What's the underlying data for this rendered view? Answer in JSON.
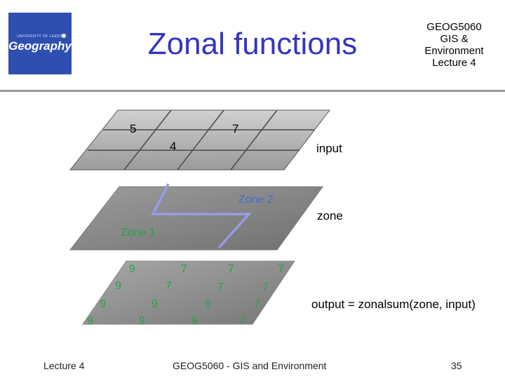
{
  "header": {
    "title": "Zonal functions",
    "course": "GEOG5060\nGIS &\nEnvironment\nLecture 4",
    "logo": {
      "university": "UNIVERSITY OF LEEDS",
      "brand": "Geography"
    }
  },
  "layers": {
    "input": {
      "label": "input",
      "values": {
        "top_left": "5",
        "top_right": "7",
        "mid": "4"
      }
    },
    "zone": {
      "label": "zone",
      "zone2": "Zone 2",
      "zone1": "Zone 1"
    },
    "output": {
      "label": "output = zonalsum(zone, input)",
      "cells": [
        [
          "9",
          "7",
          "7",
          "7"
        ],
        [
          "9",
          "7",
          "7",
          "7"
        ],
        [
          "9",
          "9",
          "9",
          "7"
        ],
        [
          "9",
          "9",
          "9",
          "7"
        ]
      ]
    }
  },
  "footer": {
    "left": "Lecture 4",
    "center": "GEOG5060 - GIS and Environment",
    "page": "35"
  },
  "colors": {
    "title": "#3535c0",
    "zone_outline": "#9a9ae6",
    "green_text": "#2e9e4e",
    "zone_label": "#4a6cc0"
  }
}
